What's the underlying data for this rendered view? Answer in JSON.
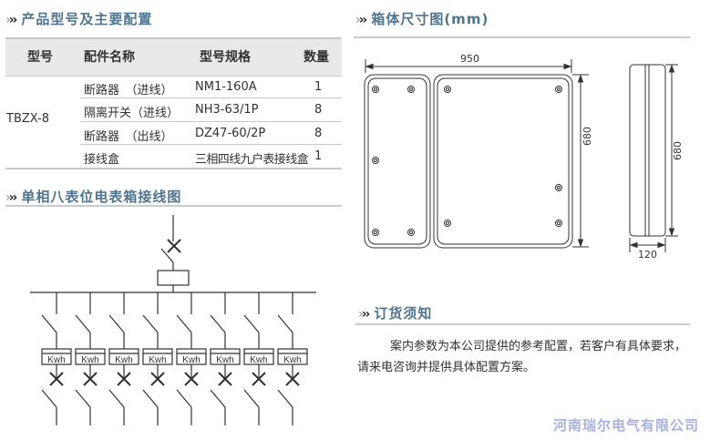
{
  "sections": {
    "config_title": "产品型号及主要配置",
    "wiring_title": "单相八表位电表箱接线图",
    "dimension_title": "箱体尺寸图(mm)",
    "order_title": "订货须知"
  },
  "table": {
    "headers": [
      "型号",
      "配件名称",
      "型号规格",
      "数量"
    ],
    "model": "TBZX-8",
    "rows": [
      {
        "name": "断路器　（进线）",
        "spec": "NM1-160A",
        "qty": "1"
      },
      {
        "name": "隔离开关（进线）",
        "spec": "NH3-63/1P",
        "qty": "8"
      },
      {
        "name": "断路器　（出线）",
        "spec": "DZ47-60/2P",
        "qty": "8"
      },
      {
        "name": "接线盒",
        "spec": "三相四线九户表接线盒",
        "qty": "1"
      }
    ]
  },
  "diagram": {
    "meter_label": "Kwh",
    "meter_count": 8
  },
  "dimensions": {
    "width": "950",
    "height": "680",
    "side_height": "680",
    "depth": "120"
  },
  "order_text": "案内参数为本公司提供的参考配置，若客户有具体要求，请来电咨询并提供具体配置方案。",
  "footer": "河南瑞尔电气有限公司",
  "colors": {
    "title": "#4f7590",
    "footer": "#a9b1e2"
  }
}
